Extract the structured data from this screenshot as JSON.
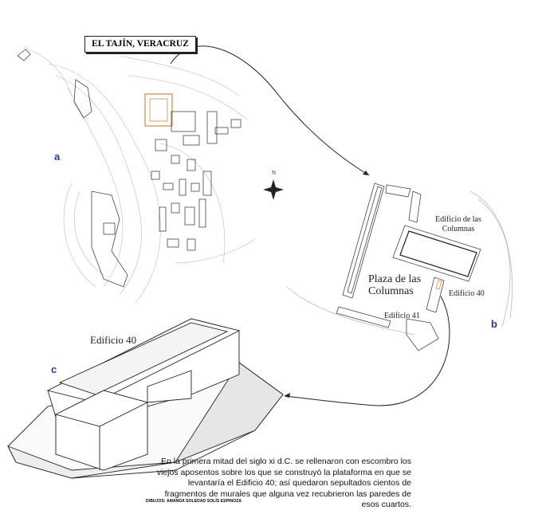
{
  "title": "EL TAJÍN, VERACRUZ",
  "panels": {
    "a": "a",
    "b": "b",
    "c": "c"
  },
  "labels": {
    "edificio_columnas": "Edificio de las Columnas",
    "plaza": "Plaza de las Columnas",
    "edificio_40_b": "Edificio 40",
    "edificio_41": "Edificio 41",
    "edificio_40_c": "Edificio 40",
    "north": "N"
  },
  "caption": "En la primera mitad del siglo xi d.C. se rellenaron con escombro los viejos aposentos sobre los que se construyó la plataforma en que se levantaría el Edificio 40; así quedaron sepultados cientos de fragmentos de murales que alguna vez recubrieron las paredes de esos cuartos.",
  "credit": "DIBUJOS: AMANDA SOLEDAD SOLÍS ESPINOZA",
  "colors": {
    "accent": "#1f3f9a",
    "highlight": "#d9853b"
  }
}
